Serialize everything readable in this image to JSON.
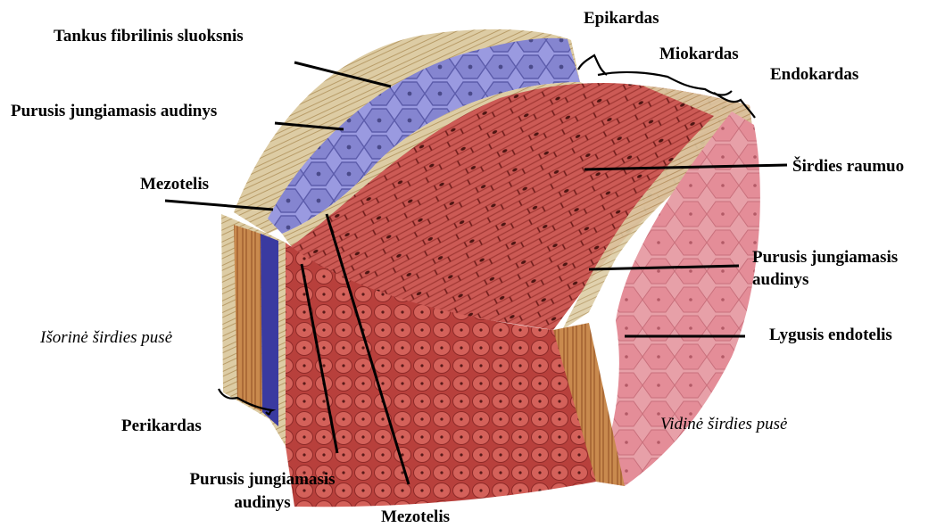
{
  "labels": {
    "tankus_fibrilinis": "Tankus fibrilinis sluoksnis",
    "purusis_top": "Purusis jungiamasis audinys",
    "mezotelis_top": "Mezotelis",
    "isorine": "Išorinė širdies pusė",
    "perikardas": "Perikardas",
    "purusis_bottom_1": "Purusis jungiamasis",
    "purusis_bottom_2": "audinys",
    "mezotelis_bottom": "Mezotelis",
    "epikardas": "Epikardas",
    "miokardas": "Miokardas",
    "endokardas": "Endokardas",
    "sirdies_raumuo": "Širdies raumuo",
    "purusis_right_1": "Purusis jungiamasis",
    "purusis_right_2": "audinys",
    "lygusis_endotelis": "Lygusis endotelis",
    "vidine": "Vidinė širdies pusė"
  },
  "colors": {
    "mesothelium": "#8f8fd6",
    "fibrous": "#d9c9a0",
    "myocardium": "#c9524f",
    "endothelium": "#e08c95",
    "line": "#000000"
  }
}
